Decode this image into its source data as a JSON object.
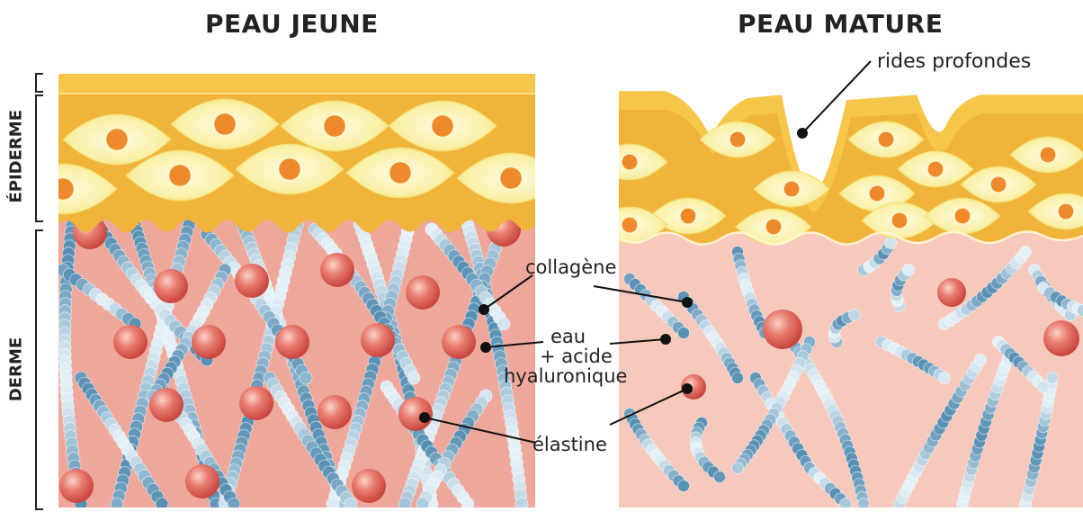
{
  "titles": {
    "young": "PEAU JEUNE",
    "mature": "PEAU MATURE"
  },
  "layers": {
    "epidermis": "ÉPIDERME",
    "dermis": "DERME"
  },
  "labels": {
    "wrinkles": "rides profondes",
    "collagen": "collagène",
    "water_line1": "eau",
    "water_line2": "+ acide",
    "water_line3": "hyaluronique",
    "elastin": "élastine"
  },
  "colors": {
    "stratum": "#f6c64a",
    "epidermis": "#f0b43a",
    "cell": "#fbf3b8",
    "nucleus": "#ef8a2c",
    "dermis_young": "#f1ada0",
    "dermis_mature": "#f6c9bc",
    "fiber_light": "#e3f0f7",
    "fiber_dark": "#3f7fa8",
    "elastin_ball": "#e0685e"
  }
}
